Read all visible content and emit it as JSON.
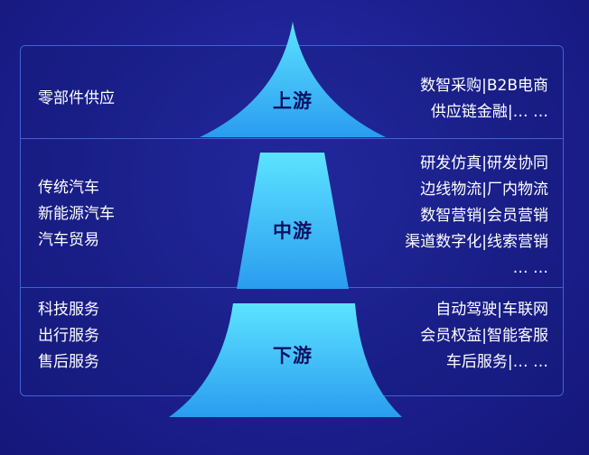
{
  "tiers": [
    {
      "label": "上游",
      "left_items": [
        "零部件供应"
      ],
      "right_items": [
        "数智采购|B2B电商",
        "供应链金融|… …"
      ]
    },
    {
      "label": "中游",
      "left_items": [
        "传统汽车",
        "新能源汽车",
        "汽车贸易"
      ],
      "right_items": [
        "研发仿真|研发协同",
        "边线物流|厂内物流",
        "数智营销|会员营销",
        "渠道数字化|线索营销",
        "… …"
      ]
    },
    {
      "label": "下游",
      "left_items": [
        "科技服务",
        "出行服务",
        "售后服务"
      ],
      "right_items": [
        "自动驾驶|车联网",
        "会员权益|智能客服",
        "车后服务|… …"
      ]
    }
  ],
  "colors": {
    "background": "#1c1f8e",
    "panel_border": "#3e63d6",
    "shape_top": "#5ce3ff",
    "shape_bottom": "#2a9cf0",
    "label_text": "#0b1160"
  }
}
